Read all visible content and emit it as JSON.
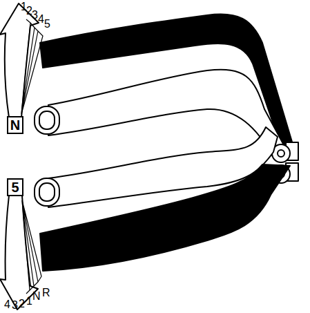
{
  "diagram": {
    "nodes": [
      {
        "text": [
          "N"
        ]
      },
      {
        "text": [
          "5"
        ]
      }
    ],
    "labels": [
      "1",
      "2",
      "3",
      "4",
      "5",
      "4",
      "3",
      "2",
      "1",
      "N",
      "R"
    ]
  }
}
